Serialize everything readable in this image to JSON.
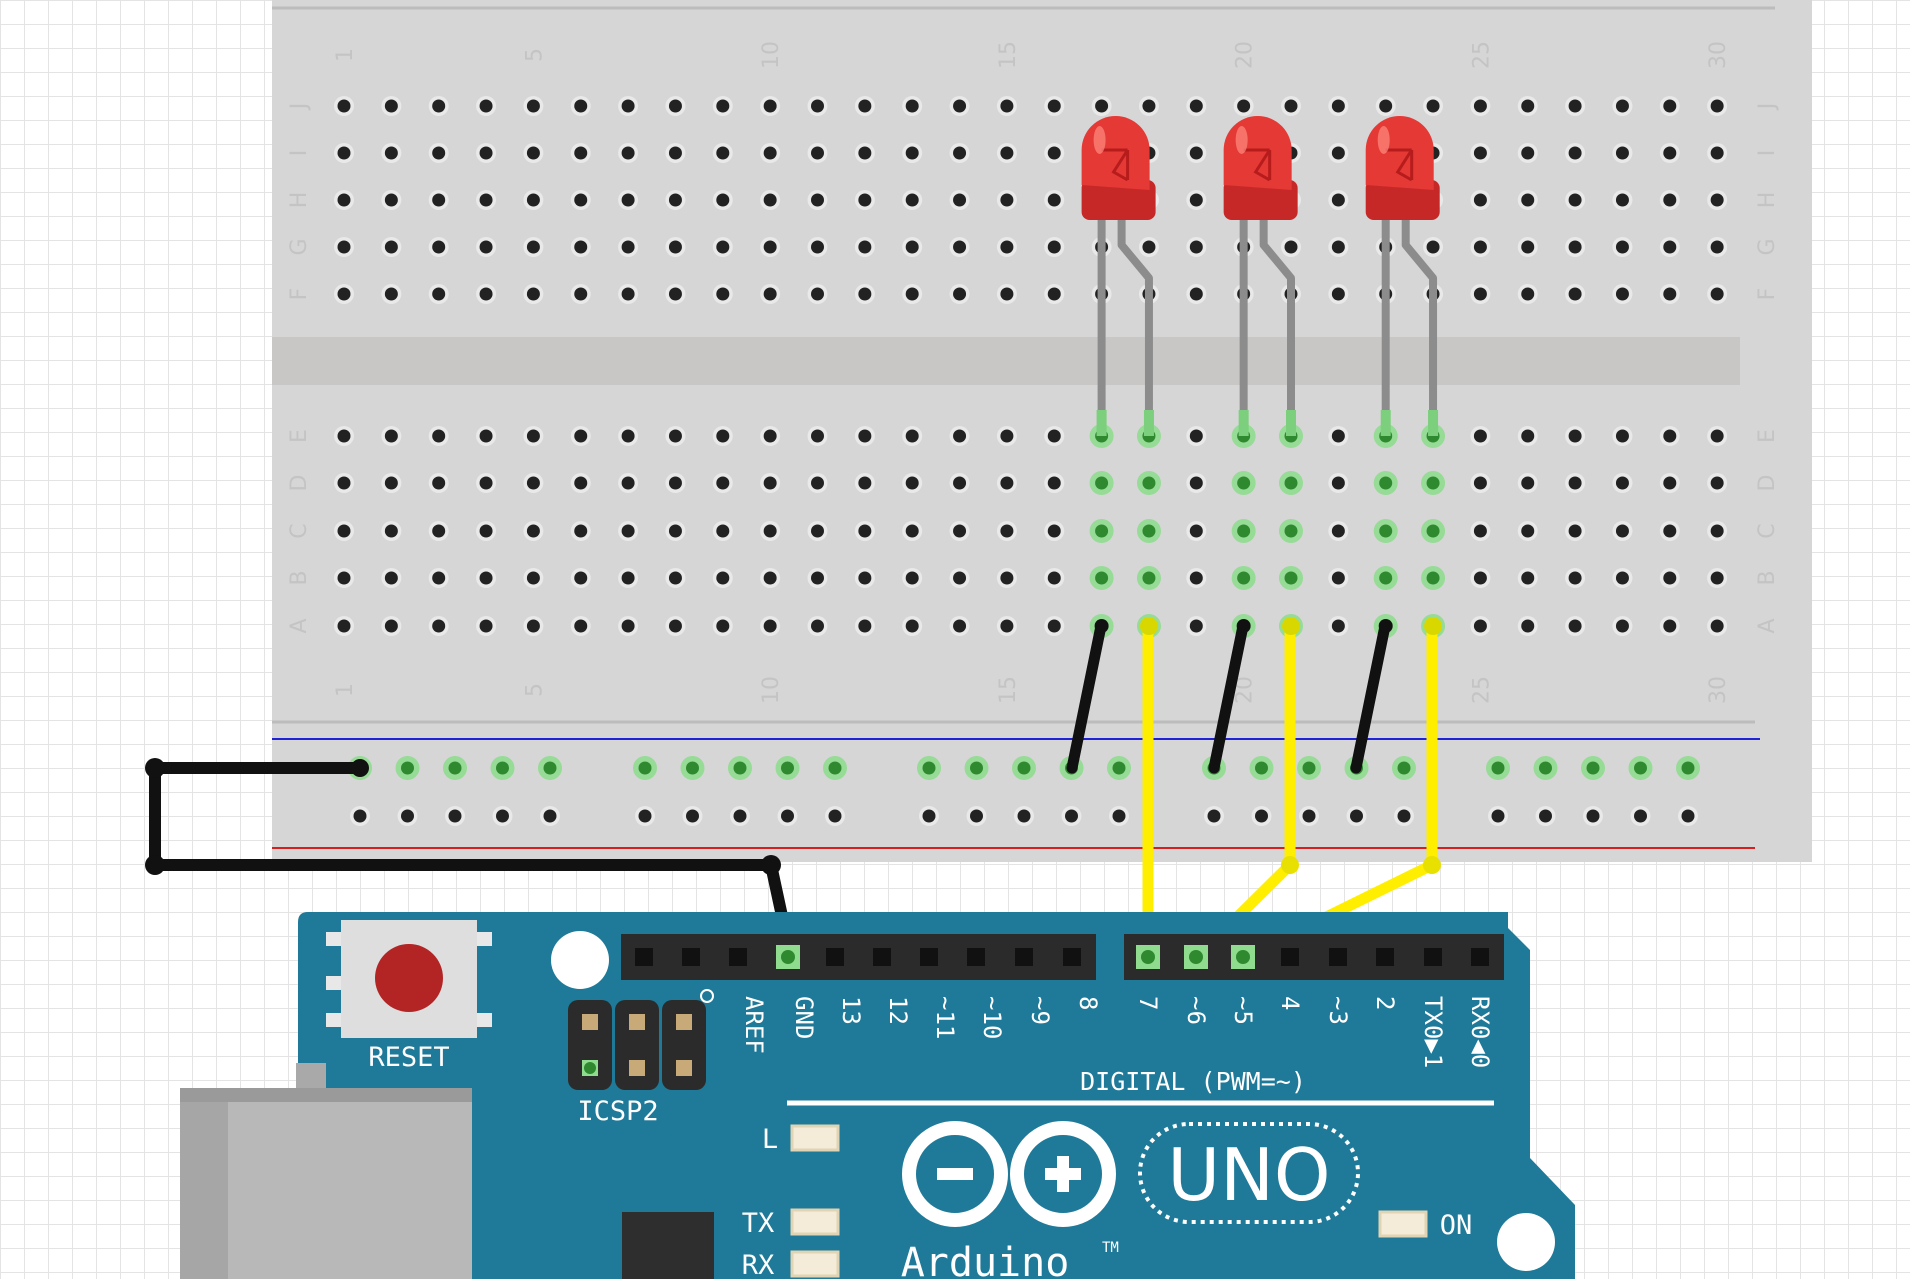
{
  "breadboard": {
    "column_numbers": [
      "1",
      "5",
      "10",
      "15",
      "20",
      "25",
      "30"
    ],
    "top_rows": [
      "J",
      "I",
      "H",
      "G",
      "F"
    ],
    "bottom_rows": [
      "E",
      "D",
      "C",
      "B",
      "A"
    ]
  },
  "arduino": {
    "reset_label": "RESET",
    "icsp_label": "ICSP2",
    "header_top_labels": [
      "AREF",
      "GND",
      "13",
      "12",
      "~11",
      "~10",
      "~9",
      "8"
    ],
    "header_digital_labels": [
      "7",
      "~6",
      "~5",
      "4",
      "~3",
      "2",
      "TX0▶1",
      "RX0◀0"
    ],
    "digital_label": "DIGITAL (PWM=~)",
    "led_labels": [
      "L",
      "TX",
      "RX"
    ],
    "on_label": "ON",
    "brand": "Arduino",
    "trademark": "TM",
    "model": "UNO",
    "colors": {
      "board": "#1f7a99",
      "header": "#2b2b2b",
      "reset": "#b32424"
    }
  },
  "components": {
    "leds": [
      {
        "color": "#e53935",
        "column": 17
      },
      {
        "color": "#e53935",
        "column": 20
      },
      {
        "color": "#e53935",
        "column": 23
      }
    ],
    "wire_colors": {
      "signal": "#ffee00",
      "ground": "#111111"
    }
  }
}
